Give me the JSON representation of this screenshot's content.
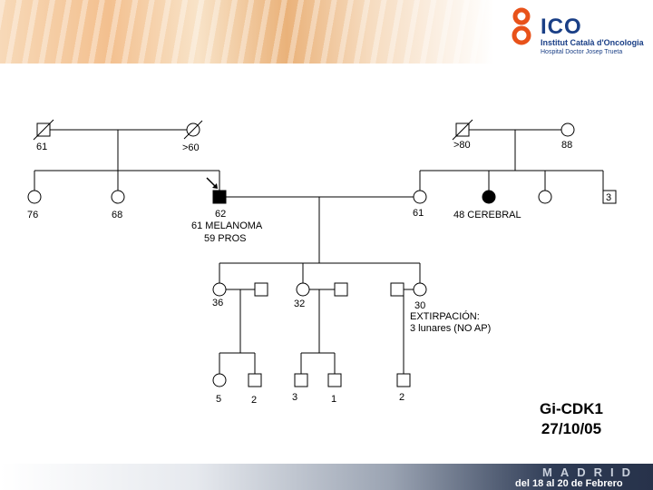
{
  "logo": {
    "name": "ICO",
    "subtitle": "Institut Català d'Oncologia",
    "hospital": "Hospital Doctor Josep Trueta"
  },
  "pedigree": {
    "gen1": {
      "father_age": "61",
      "mother_age": ">60",
      "father2_age": ">80",
      "mother2_age": "88"
    },
    "gen2": {
      "sib1_age": "76",
      "sib2_age": "68",
      "proband_age": "62",
      "proband_dx1": "61 MELANOMA",
      "proband_dx2": "59 PROS",
      "spouse_age": "61",
      "sib3_dx": "48 CEREBRAL",
      "sib4_count": "3"
    },
    "gen3": {
      "child1_age": "36",
      "child2_age": "32",
      "child3_age": "30",
      "child3_note1": "EXTIRPACIÓN:",
      "child3_note2": "3 lunares  (NO AP)"
    },
    "gen4": {
      "g1": "5",
      "g2": "2",
      "g3": "3",
      "g4": "1",
      "g5": "2"
    }
  },
  "caption": {
    "code": "Gi-CDK1",
    "date": "27/10/05"
  },
  "footer": {
    "city": "MADRID",
    "dates": "del 18 al 20 de Febrero"
  }
}
